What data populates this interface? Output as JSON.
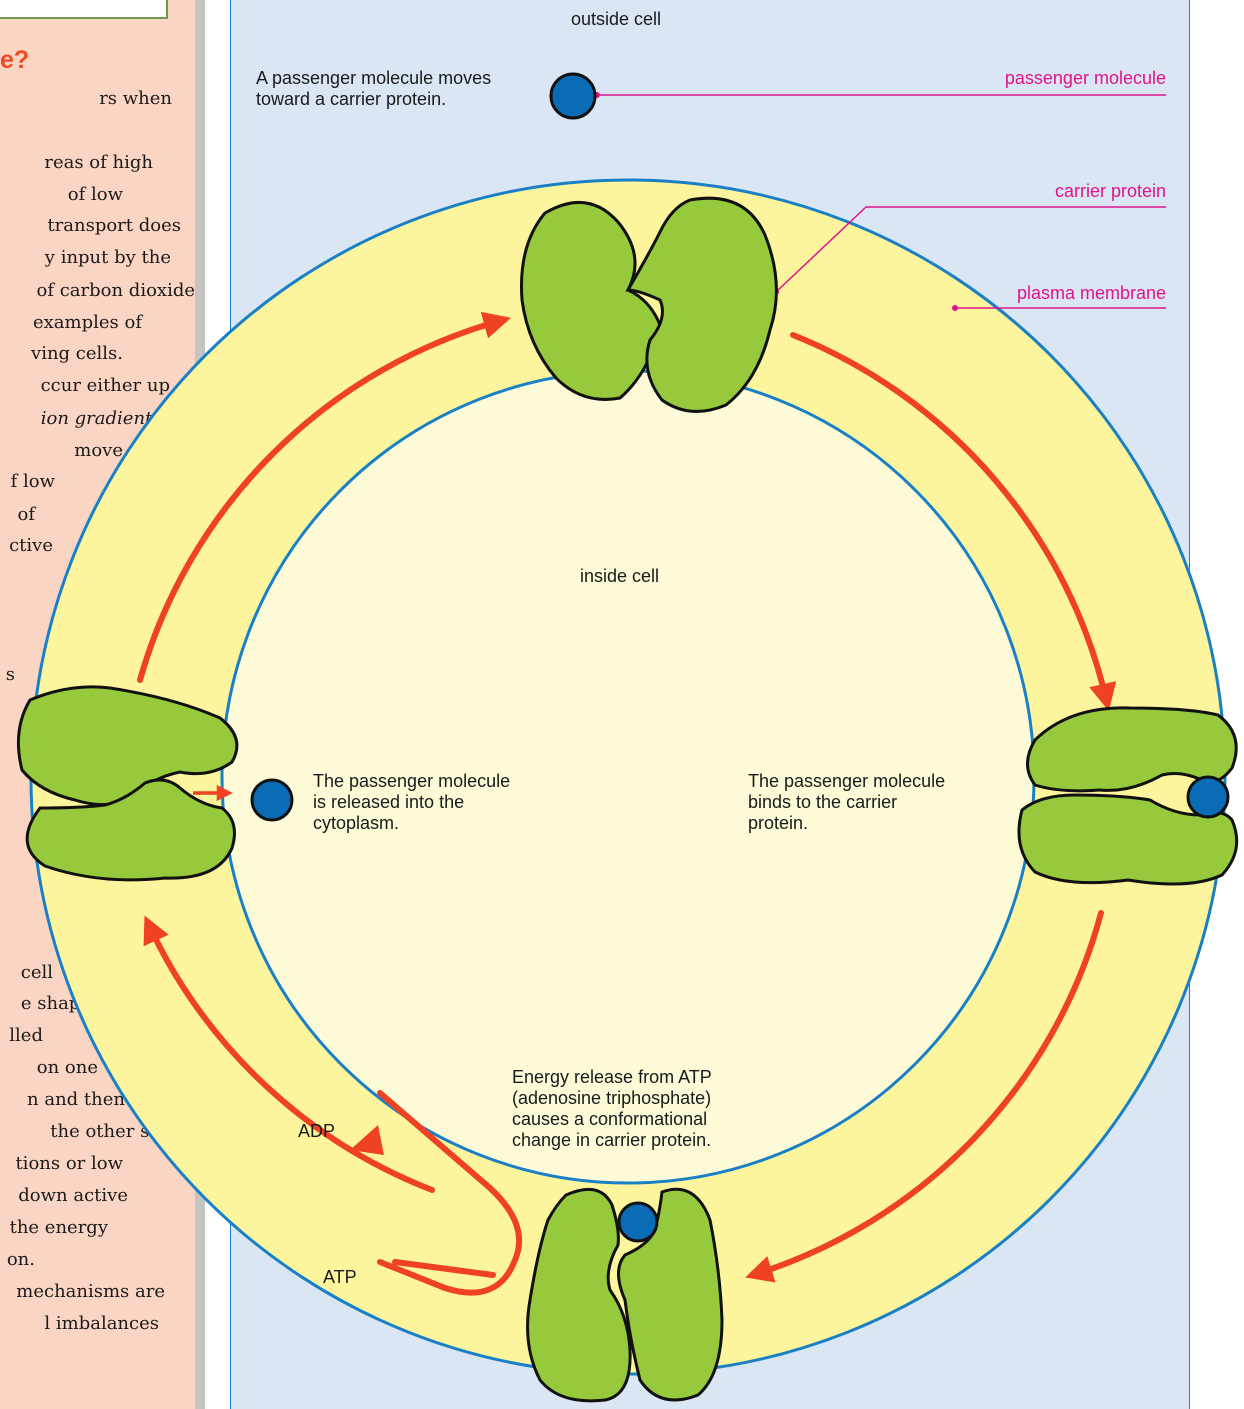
{
  "sidebar": {
    "heading": "e?",
    "lines": [
      "rs when",
      "",
      "reas of high",
      "of low",
      "transport does",
      "y input by the",
      "of carbon dioxide",
      "examples of",
      "ving cells.",
      "ccur either up",
      "ion gradient,",
      "move",
      "f low",
      "of",
      "ctive",
      "",
      "",
      "",
      "s"
    ],
    "lines_bottom": [
      "cell",
      "e shape",
      "lled",
      "on one",
      "n and then",
      "the other side.",
      "tions or low",
      "down active",
      "the energy",
      "on.",
      "mechanisms are",
      "l imbalances"
    ]
  },
  "diagram": {
    "outside_label": "outside cell",
    "inside_label": "inside cell",
    "step_moves": "A passenger molecule moves\ntoward a carrier protein.",
    "step_binds": "The passenger molecule\nbinds to the carrier\nprotein.",
    "step_energy": "Energy release from ATP\n(adenosine triphosphate)\ncauses a conformational\nchange in carrier protein.",
    "step_released": "The passenger molecule\nis released into the\ncytoplasm.",
    "adp_label": "ADP",
    "atp_label": "ATP",
    "callouts": {
      "passenger_molecule": "passenger molecule",
      "carrier_protein": "carrier protein",
      "plasma_membrane": "plasma membrane"
    },
    "colors": {
      "panel_bg": "#dbe6f4",
      "membrane": "#fdf59d",
      "cytoplasm": "#fdfad8",
      "protein": "#97c93d",
      "molecule": "#0a6cb5",
      "arrow": "#ef4123",
      "callout": "#e0138c",
      "outline": "#1a80c6"
    }
  }
}
